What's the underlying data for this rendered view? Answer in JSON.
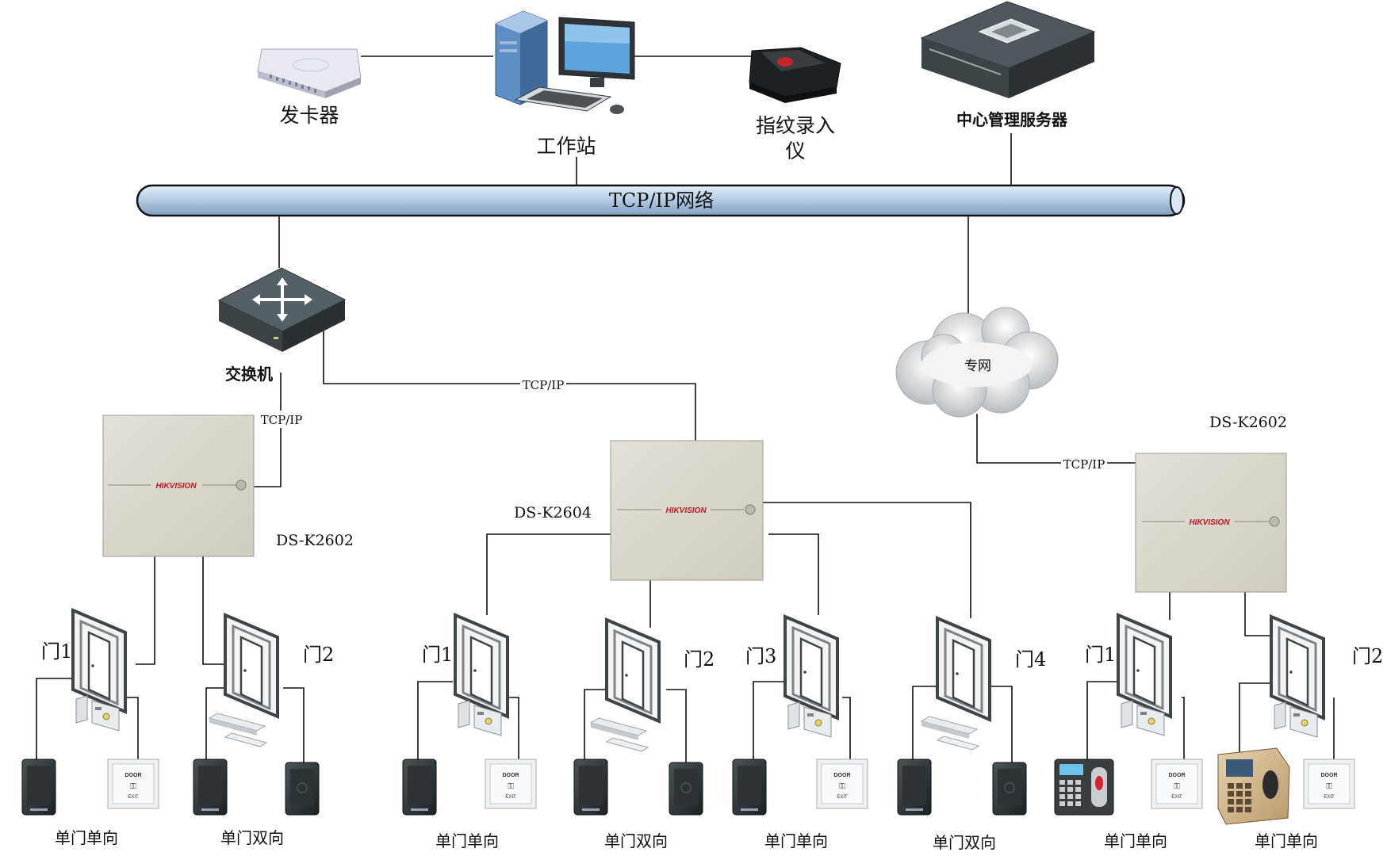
{
  "labels": {
    "card_issuer": "发卡器",
    "workstation": "工作站",
    "fingerprint_line1": "指纹录入",
    "fingerprint_line2": "仪",
    "server": "中心管理服务器",
    "backbone": "TCP/IP网络",
    "switch": "交换机",
    "private_network": "专网",
    "tcpip": "TCP/IP",
    "brand": "HIKVISION"
  },
  "controllers": [
    {
      "model": "DS-K2602"
    },
    {
      "model": "DS-K2604"
    },
    {
      "model": "DS-K2602"
    }
  ],
  "doors": [
    {
      "label": "门1",
      "mode": "单门单向",
      "reader": "card",
      "lock": "bolt",
      "secondary": "exit-button"
    },
    {
      "label": "门2",
      "mode": "单门双向",
      "reader": "card",
      "lock": "magnet",
      "secondary": "card-reader"
    },
    {
      "label": "门1",
      "mode": "单门单向",
      "reader": "card",
      "lock": "bolt",
      "secondary": "exit-button"
    },
    {
      "label": "门2",
      "mode": "单门双向",
      "reader": "card",
      "lock": "magnet",
      "secondary": "card-reader"
    },
    {
      "label": "门3",
      "mode": "单门单向",
      "reader": "card",
      "lock": "bolt",
      "secondary": "exit-button"
    },
    {
      "label": "门4",
      "mode": "单门双向",
      "reader": "card",
      "lock": "magnet",
      "secondary": "card-reader"
    },
    {
      "label": "门1",
      "mode": "单门单向",
      "reader": "fingerprint-keypad",
      "lock": "bolt",
      "secondary": "exit-button"
    },
    {
      "label": "门2",
      "mode": "单门单向",
      "reader": "gold-fingerprint-terminal",
      "lock": "bolt",
      "secondary": "exit-button"
    }
  ],
  "device_text": {
    "exit_top": "DOOR",
    "exit_bottom": "EXIT"
  },
  "colors": {
    "pipe": "#b8cfe6",
    "controller": "#d8d5cb",
    "device_dark": "#3a4043",
    "brand_red": "#c0171f"
  }
}
